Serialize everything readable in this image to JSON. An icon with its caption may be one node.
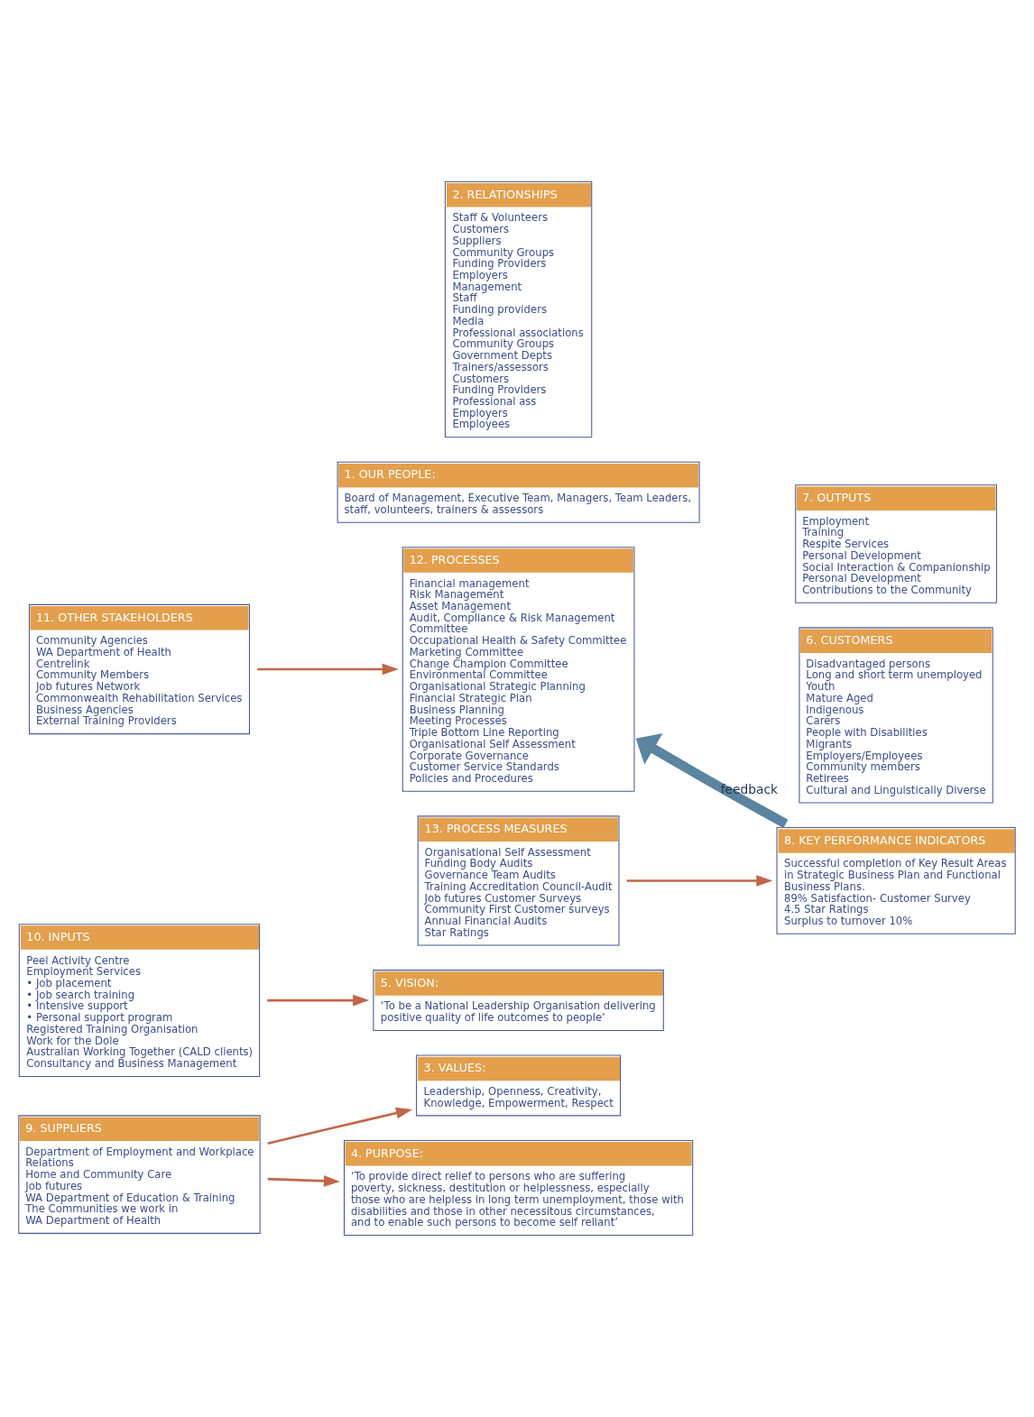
{
  "diagram": {
    "nodes": [
      {
        "text": [
          "9. SUPPLIERS",
          "Department of Employment and Workplace Relations",
          "Home and Community Care",
          "Job futures",
          "WA Department of Education & Training",
          "The Communities we work in",
          "WA Department of Health"
        ]
      },
      {
        "text": [
          "10. INPUTS",
          "Peel Activity Centre",
          "Employment Services",
          "• Job placement",
          "• Job search training",
          "• Intensive support",
          "• Personal support program",
          "Registered Training Organisation",
          "Work for the Dole",
          "Australian Working Together (CALD clients)",
          "Consultancy and Business Management"
        ]
      },
      {
        "text": [
          "11. OTHER STAKEHOLDERS",
          "Community Agencies",
          "WA Department of Health",
          "Centrelink",
          "Community Members",
          "Job futures Network",
          "Commonwealth Rehabilitation Services",
          "Business Agencies",
          "External Training Providers"
        ]
      },
      {
        "text": [
          "3. VALUES:",
          "Leadership, Openness, Creativity, Knowledge, Empowerment, Respect"
        ]
      },
      {
        "text": [
          "4. PURPOSE:",
          "‘To provide direct relief to persons who are suffering poverty, sickness, destitution or helplessness, especially those who are helpless in long term unemployment, those with disabilities and those in other necessitous circumstances, and to enable such persons to become self reliant’"
        ]
      },
      {
        "text": [
          "5. VISION:",
          "‘To be a National Leadership Organisation delivering positive quality of life outcomes to people’"
        ]
      },
      {
        "text": [
          "1. OUR PEOPLE:",
          "Board of Management, Executive Team, Managers, Team Leaders, staff, volunteers, trainers & assessors"
        ]
      },
      {
        "text": [
          "2. RELATIONSHIPS",
          "Staff & Volunteers",
          "Customers",
          "Suppliers",
          "Community Groups",
          "Funding Providers",
          "Employers",
          "Management",
          "Staff",
          "Funding providers",
          "Media",
          "Professional associations",
          "Community Groups",
          "Government Depts",
          "Trainers/assessors",
          "Customers",
          "Funding Providers",
          "Professional ass",
          "Employers",
          "Employees"
        ]
      },
      {
        "text": [
          "12. PROCESSES",
          "Financial management",
          "Risk Management",
          "Asset Management",
          "Audit, Compliance & Risk Management Committee",
          "Occupational Health & Safety Committee",
          "Marketing Committee",
          "Change Champion Committee",
          "Environmental Committee",
          "Organisational Strategic Planning",
          "Financial Strategic Plan",
          "Business Planning",
          "Meeting Processes",
          "Triple Bottom Line Reporting",
          "Organisational Self Assessment",
          "Corporate Governance",
          "Customer Service Standards",
          "Policies and Procedures"
        ]
      },
      {
        "text": [
          "13. PROCESS MEASURES",
          "Organisational Self Assessment",
          "Funding Body Audits",
          "Governance Team Audits",
          "Training Accreditation Council-Audit",
          "Job futures Customer Surveys",
          "Community First Customer surveys",
          "Annual Financial Audits",
          "Star Ratings"
        ]
      },
      {
        "text": [
          "6. CUSTOMERS",
          "Disadvantaged persons",
          "Long and short term unemployed",
          "Youth",
          "Mature Aged",
          "Indigenous",
          "Carers",
          "People with Disabilities",
          "Migrants",
          "Employers/Employees",
          "Community members",
          "Retirees",
          "Cultural and Linguistically Diverse"
        ]
      },
      {
        "text": [
          "7. OUTPUTS",
          "Employment",
          "Training",
          "Respite Services",
          "Personal Development",
          "Social Interaction & Companionship",
          "Personal Development",
          "Contributions to the Community"
        ]
      },
      {
        "text": [
          "8. KEY PERFORMANCE INDICATORS",
          "Successful completion of Key Result Areas in Strategic Business Plan and Functional Business Plans.",
          "89% Satisfaction- Customer Survey",
          "4.5 Star Ratings",
          "Surplus to turnover 10%"
        ]
      }
    ],
    "edges": [
      {
        "from": 0,
        "to": 3,
        "arrow": "to"
      },
      {
        "from": 0,
        "to": 4,
        "arrow": "to"
      },
      {
        "from": 1,
        "to": 5,
        "arrow": "to"
      },
      {
        "from": 2,
        "to": 8,
        "arrow": "to"
      },
      {
        "from": 9,
        "to": 12,
        "arrow": "to"
      },
      {
        "from": 12,
        "to": 8,
        "label": "feedback",
        "arrow": "to",
        "style": "thick",
        "color": "#5b84a0"
      }
    ]
  }
}
